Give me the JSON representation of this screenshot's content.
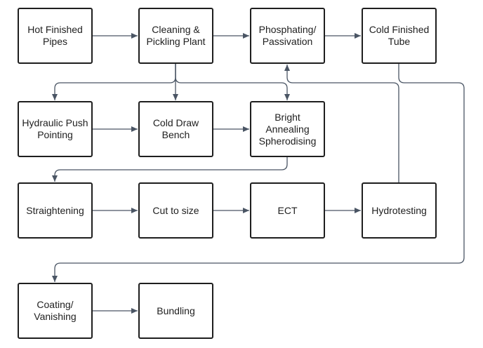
{
  "diagram": {
    "colors": {
      "node_border": "#1e1e1e",
      "connector": "#4a5564",
      "text": "#1e1e1e",
      "background": "#ffffff"
    },
    "nodes": {
      "hot_finished": "Hot Finished\nPipes",
      "cleaning": "Cleaning &\nPickling Plant",
      "phosphating": "Phosphating/\nPassivation",
      "cold_finished": "Cold Finished\nTube",
      "hydraulic_push": "Hydraulic Push\nPointing",
      "cold_draw": "Cold Draw\nBench",
      "bright_annealing": "Bright\nAnnealing\nSpherodising",
      "straightening": "Straightening",
      "cut_to_size": "Cut to size",
      "ect": "ECT",
      "hydrotesting": "Hydrotesting",
      "coating": "Coating/\nVanishing",
      "bundling": "Bundling"
    },
    "edges": [
      {
        "from": "hot_finished",
        "to": "cleaning"
      },
      {
        "from": "cleaning",
        "to": "phosphating"
      },
      {
        "from": "phosphating",
        "to": "cold_finished"
      },
      {
        "from": "cleaning",
        "to": "hydraulic_push"
      },
      {
        "from": "cleaning",
        "to": "cold_draw"
      },
      {
        "from": "cleaning",
        "to": "bright_annealing"
      },
      {
        "from": "hydraulic_push",
        "to": "cold_draw"
      },
      {
        "from": "cold_draw",
        "to": "bright_annealing"
      },
      {
        "from": "bright_annealing",
        "to": "straightening"
      },
      {
        "from": "straightening",
        "to": "cut_to_size"
      },
      {
        "from": "cut_to_size",
        "to": "ect"
      },
      {
        "from": "ect",
        "to": "hydrotesting"
      },
      {
        "from": "hydrotesting",
        "to": "phosphating"
      },
      {
        "from": "cold_finished",
        "to": "coating"
      },
      {
        "from": "coating",
        "to": "bundling"
      }
    ]
  }
}
